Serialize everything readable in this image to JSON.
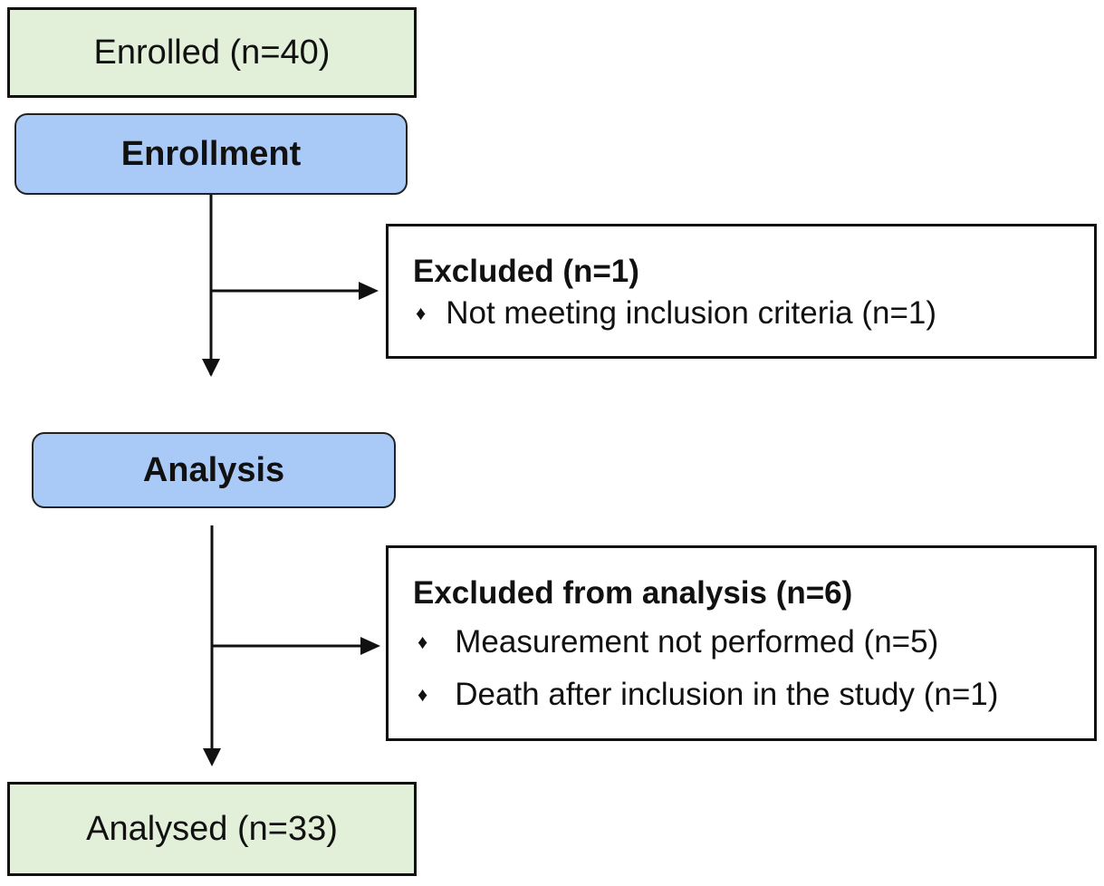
{
  "flow": {
    "enrolled": {
      "label": "Enrolled (n=40)"
    },
    "enrollment_stage": {
      "label": "Enrollment"
    },
    "excluded": {
      "title": "Excluded (n=1)",
      "items": [
        {
          "bullet": "♦",
          "text": "Not meeting inclusion criteria (n=1)"
        }
      ]
    },
    "analysis_stage": {
      "label": "Analysis"
    },
    "excluded_from_analysis": {
      "title": "Excluded from analysis (n=6)",
      "items": [
        {
          "bullet": "♦",
          "text": "Measurement not performed (n=5)"
        },
        {
          "bullet": "♦",
          "text": "Death after inclusion in the study (n=1)"
        }
      ]
    },
    "analysed": {
      "label": "Analysed (n=33)"
    }
  },
  "colors": {
    "count_box_fill": "#e2efd9",
    "stage_box_fill": "#a9c9f7",
    "line": "#111111"
  }
}
